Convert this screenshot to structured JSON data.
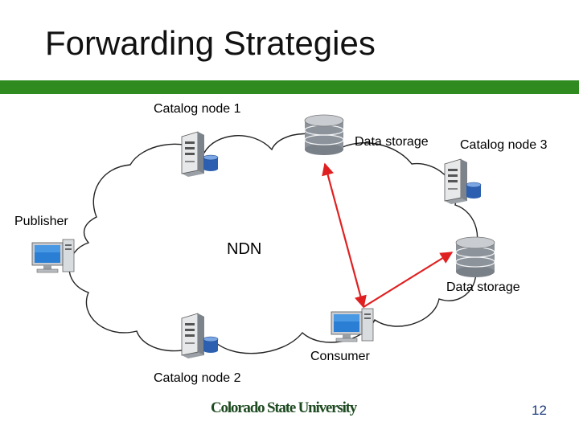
{
  "slide": {
    "title": "Forwarding Strategies",
    "page_number": "12",
    "logo_text": "Colorado State University",
    "colors": {
      "accent_bar": "#2f8a1f",
      "arrow": "#e02020",
      "logo": "#1d4a1f",
      "page_number": "#1b3a7a"
    }
  },
  "diagram": {
    "network_label": "NDN",
    "nodes": {
      "catalog_node_1": {
        "label": "Catalog node 1",
        "icon": "server-icon"
      },
      "catalog_node_2": {
        "label": "Catalog node 2",
        "icon": "server-icon"
      },
      "catalog_node_3": {
        "label": "Catalog node 3",
        "icon": "server-icon"
      },
      "data_storage_1": {
        "label": "Data storage",
        "icon": "database-icon"
      },
      "data_storage_2": {
        "label": "Data storage",
        "icon": "database-icon"
      },
      "publisher": {
        "label": "Publisher",
        "icon": "computer-icon"
      },
      "consumer": {
        "label": "Consumer",
        "icon": "computer-icon"
      }
    }
  }
}
